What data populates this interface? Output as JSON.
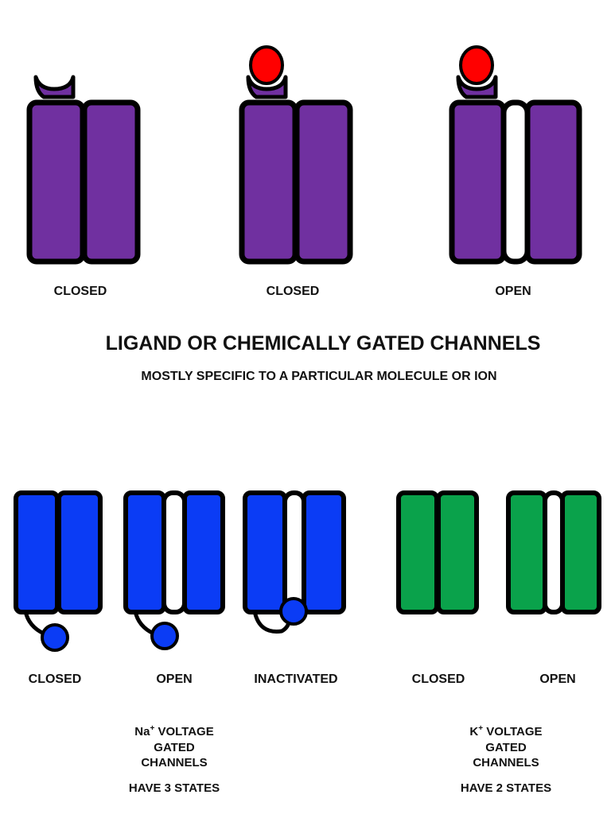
{
  "ligand": {
    "title": "LIGAND OR CHEMICALLY GATED CHANNELS",
    "subtitle": "MOSTLY SPECIFIC TO A PARTICULAR MOLECULE OR ION",
    "states": [
      "CLOSED",
      "CLOSED",
      "OPEN"
    ],
    "colors": {
      "channel": "#7030a0",
      "ligand": "#ff0000"
    }
  },
  "sodium": {
    "states": [
      "CLOSED",
      "OPEN",
      "INACTIVATED"
    ],
    "name_line1": "Na",
    "superscript": "+",
    "name_line1_rest": " VOLTAGE",
    "name_line2": "GATED",
    "name_line3": "CHANNELS",
    "note": "HAVE 3 STATES",
    "colors": {
      "channel": "#0b3cf5",
      "gate": "#0b3cf5"
    }
  },
  "potassium": {
    "states": [
      "CLOSED",
      "OPEN"
    ],
    "name_line1": "K",
    "superscript": "+",
    "name_line1_rest": " VOLTAGE",
    "name_line2": "GATED",
    "name_line3": "CHANNELS",
    "note": "HAVE 2 STATES",
    "colors": {
      "channel": "#0aa24b"
    }
  }
}
